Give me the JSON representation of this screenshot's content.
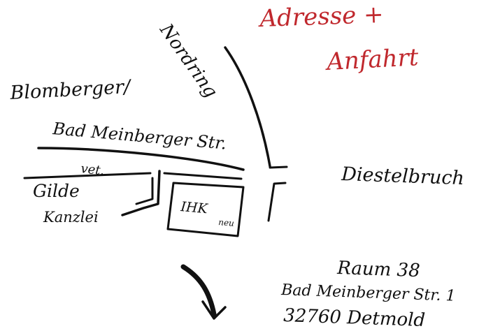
{
  "header": {
    "line1": "Adresse +",
    "line2": "Anfahrt",
    "color": "#c0282d"
  },
  "streets": {
    "nordring": "Nordring",
    "blomberger_line1": "Blomberger/",
    "blomberger_line2": "Bad Meinberger Str.",
    "diestelbruch": "Diestelbruch"
  },
  "buildings": {
    "vet": "vet.",
    "gilde_line1": "Gilde",
    "gilde_line2": "Kanzlei",
    "ihk": "IHK",
    "ihk_sub": "neu"
  },
  "address": {
    "room": "Raum 38",
    "street": "Bad Meinberger Str. 1",
    "city": "32760 Detmold"
  },
  "icons": {
    "arrow": "down-arrow-icon"
  },
  "ink_color": "#111111"
}
